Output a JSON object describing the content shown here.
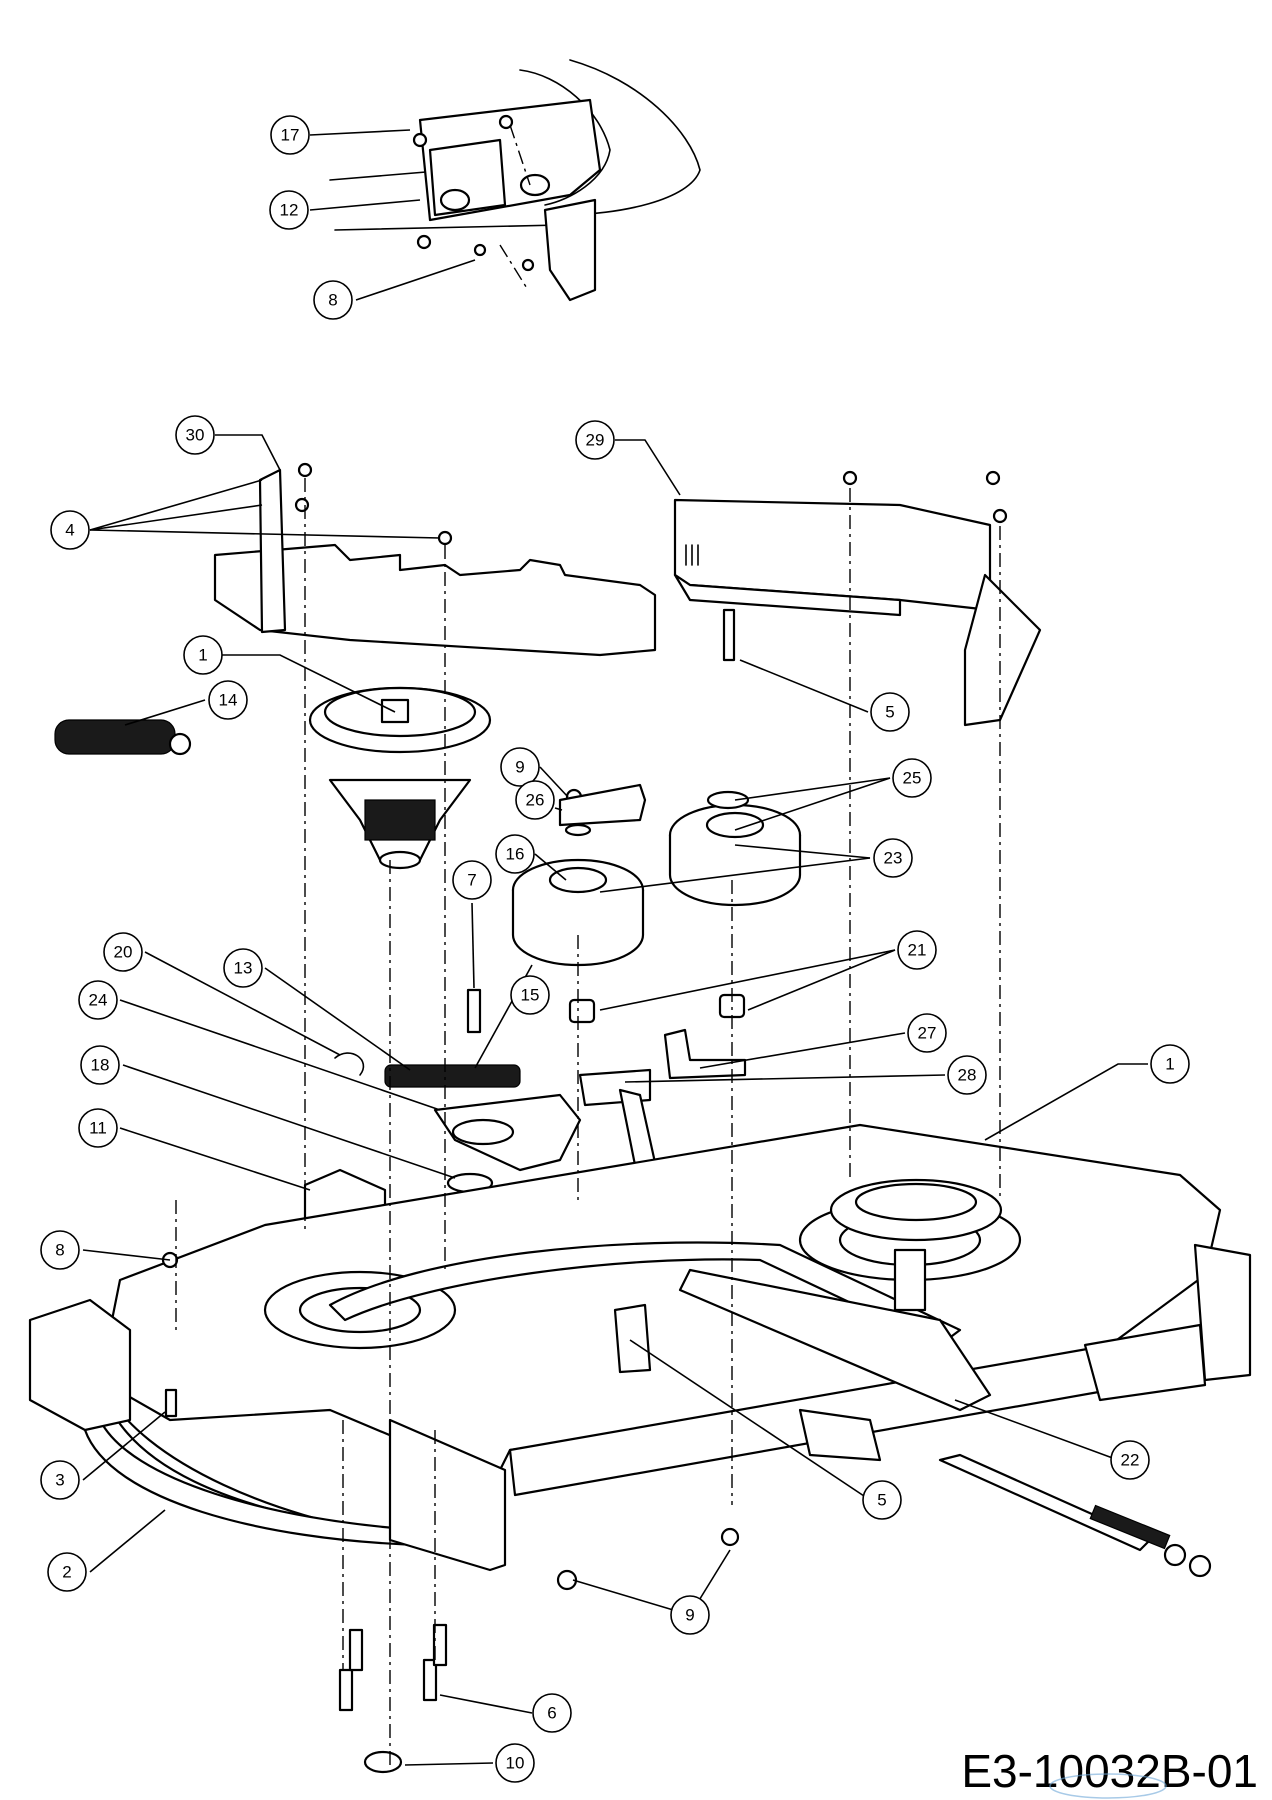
{
  "document_id": "E3-10032B-01",
  "callouts": [
    {
      "n": "17",
      "name": "callout-17"
    },
    {
      "n": "12",
      "name": "callout-12"
    },
    {
      "n": "8",
      "name": "callout-8-top"
    },
    {
      "n": "30",
      "name": "callout-30"
    },
    {
      "n": "29",
      "name": "callout-29"
    },
    {
      "n": "4",
      "name": "callout-4"
    },
    {
      "n": "1",
      "name": "callout-1-left"
    },
    {
      "n": "14",
      "name": "callout-14"
    },
    {
      "n": "5",
      "name": "callout-5-top"
    },
    {
      "n": "9",
      "name": "callout-9-top"
    },
    {
      "n": "25",
      "name": "callout-25"
    },
    {
      "n": "26",
      "name": "callout-26"
    },
    {
      "n": "16",
      "name": "callout-16"
    },
    {
      "n": "23",
      "name": "callout-23"
    },
    {
      "n": "7",
      "name": "callout-7"
    },
    {
      "n": "21",
      "name": "callout-21"
    },
    {
      "n": "20",
      "name": "callout-20"
    },
    {
      "n": "13",
      "name": "callout-13"
    },
    {
      "n": "15",
      "name": "callout-15"
    },
    {
      "n": "24",
      "name": "callout-24"
    },
    {
      "n": "27",
      "name": "callout-27"
    },
    {
      "n": "18",
      "name": "callout-18"
    },
    {
      "n": "28",
      "name": "callout-28"
    },
    {
      "n": "1",
      "name": "callout-1-right"
    },
    {
      "n": "11",
      "name": "callout-11"
    },
    {
      "n": "8",
      "name": "callout-8-bottom"
    },
    {
      "n": "3",
      "name": "callout-3"
    },
    {
      "n": "22",
      "name": "callout-22"
    },
    {
      "n": "5",
      "name": "callout-5-bottom"
    },
    {
      "n": "2",
      "name": "callout-2"
    },
    {
      "n": "9",
      "name": "callout-9-bottom"
    },
    {
      "n": "6",
      "name": "callout-6"
    },
    {
      "n": "10",
      "name": "callout-10"
    }
  ]
}
